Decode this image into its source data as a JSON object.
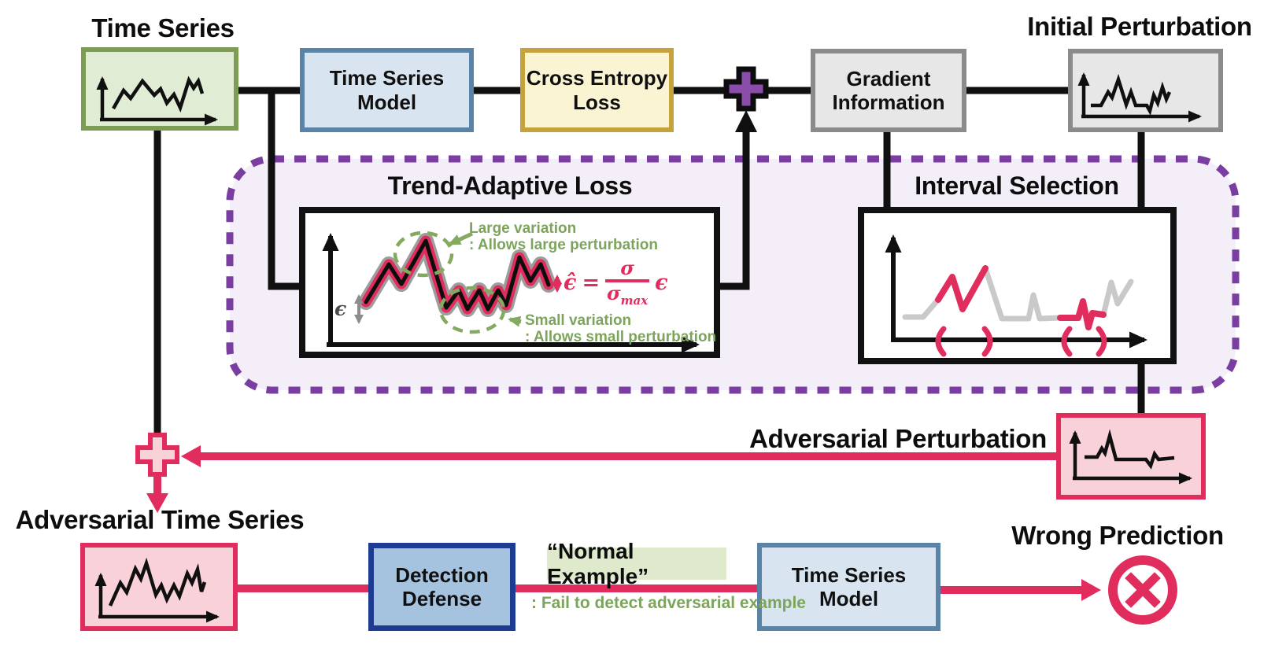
{
  "titles": {
    "time_series": "Time Series",
    "initial_perturbation": "Initial Perturbation",
    "trend_adaptive_loss": "Trend-Adaptive Loss",
    "interval_selection": "Interval Selection",
    "adversarial_perturbation": "Adversarial Perturbation",
    "adversarial_time_series": "Adversarial Time Series",
    "wrong_prediction": "Wrong Prediction"
  },
  "nodes": {
    "time_series_model_top": "Time Series\nModel",
    "cross_entropy_loss": "Cross Entropy\nLoss",
    "gradient_information": "Gradient\nInformation",
    "detection_defense": "Detection\nDefense",
    "time_series_model_bottom": "Time Series\nModel"
  },
  "annotations": {
    "large_variation": "Large variation",
    "large_variation_desc": ": Allows large perturbation",
    "small_variation": "Small variation",
    "small_variation_desc": ": Allows small perturbation",
    "epsilon": "ϵ",
    "normal_example": "“Normal Example”",
    "fail_note": ": Fail to detect adversarial example"
  },
  "formula": {
    "lhs": "ϵ̂",
    "eq": "=",
    "numerator": "σ",
    "denominator_base": "σ",
    "denominator_sub": "max",
    "factor": "ϵ"
  },
  "icons": {
    "plus_purple": "plus-combine-icon",
    "plus_pink": "plus-combine-icon",
    "wrong_prediction": "x-circle-icon",
    "time_series_chart": "zigzag-chart-icon",
    "initial_perturbation_chart": "spike-chart-icon",
    "adversarial_perturbation_chart": "spike-chart-icon",
    "adversarial_time_series_chart": "zigzag-chart-icon",
    "interval_brackets": "parentheses-interval-markers"
  },
  "colors": {
    "crimson": "#e02d5d",
    "purple_plus": "#8b4dac",
    "purple_dashed_border": "#7a3da2",
    "module_background": "#f3eef8",
    "green_node_fill": "#e1ecd4",
    "green_node_border": "#7d9d55",
    "blue_node_fill": "#d8e5f1",
    "blue_node_border": "#5a83a8",
    "yellow_node_fill": "#fbf4d3",
    "yellow_node_border": "#c6a23c",
    "gray_node_fill": "#e7e7e7",
    "gray_node_border": "#8b8b8b",
    "pink_node_fill": "#f9d2d9",
    "defense_fill": "#a5c2df",
    "defense_border": "#1d3b90",
    "annotation_green": "#7da45c",
    "normal_example_bg": "#dfeacd",
    "band_gray": "#9d9d9d",
    "inactive_line_gray": "#c9c9c9"
  }
}
